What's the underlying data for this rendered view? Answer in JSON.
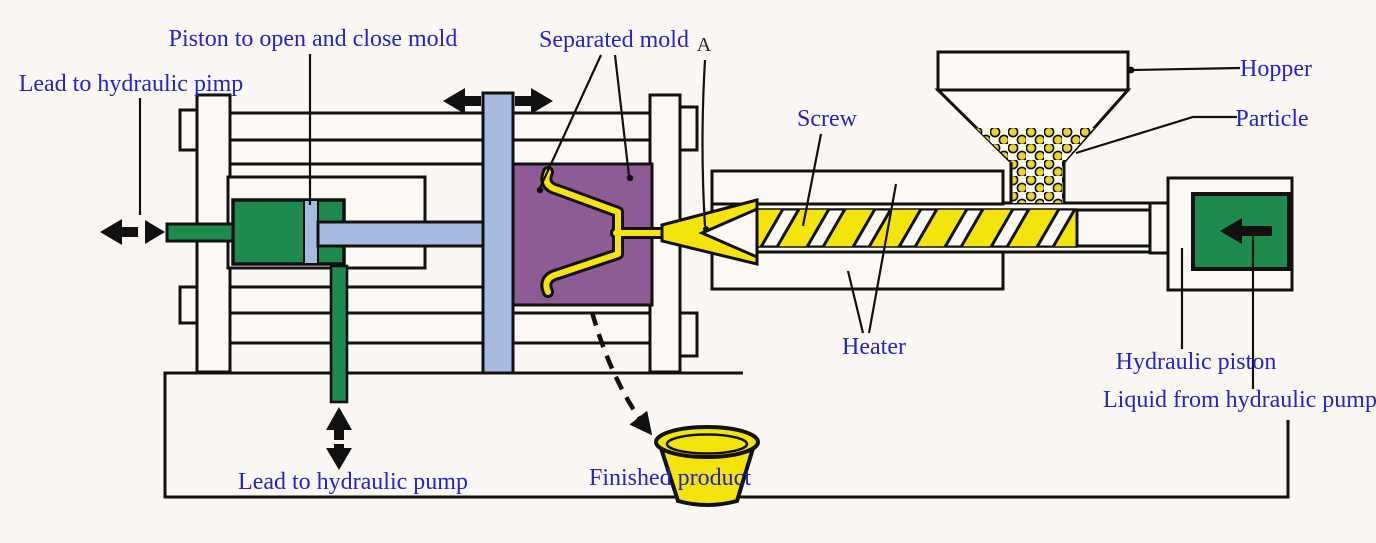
{
  "title": "Injection molding machine diagram",
  "colors": {
    "background": "#fbf7f4",
    "label_blue": "#2424c8",
    "machine_green": "#1e8a4e",
    "rod_blue": "#a6bbdf",
    "mold_purple": "#8d5c95",
    "melt_yellow": "#f3e50c",
    "pellet_yellow": "#e7d42c",
    "body_white": "#fcf9f4",
    "outline_black": "#111111"
  },
  "labels": {
    "piston_open_close_mold": "Piston to open and close mold",
    "lead_to_hydraulic_pimp": "Lead to hydraulic pimp",
    "separated_mold": "Separated mold",
    "section_marker": "A",
    "screw": "Screw",
    "hopper": "Hopper",
    "particle": "Particle",
    "heater": "Heater",
    "hydraulic_piston": "Hydraulic piston",
    "liquid_from_hydraulic_pump": "Liquid from hydraulic pump",
    "lead_to_hydraulic_pump": "Lead to hydraulic pump",
    "finished_product": "Finished product"
  }
}
